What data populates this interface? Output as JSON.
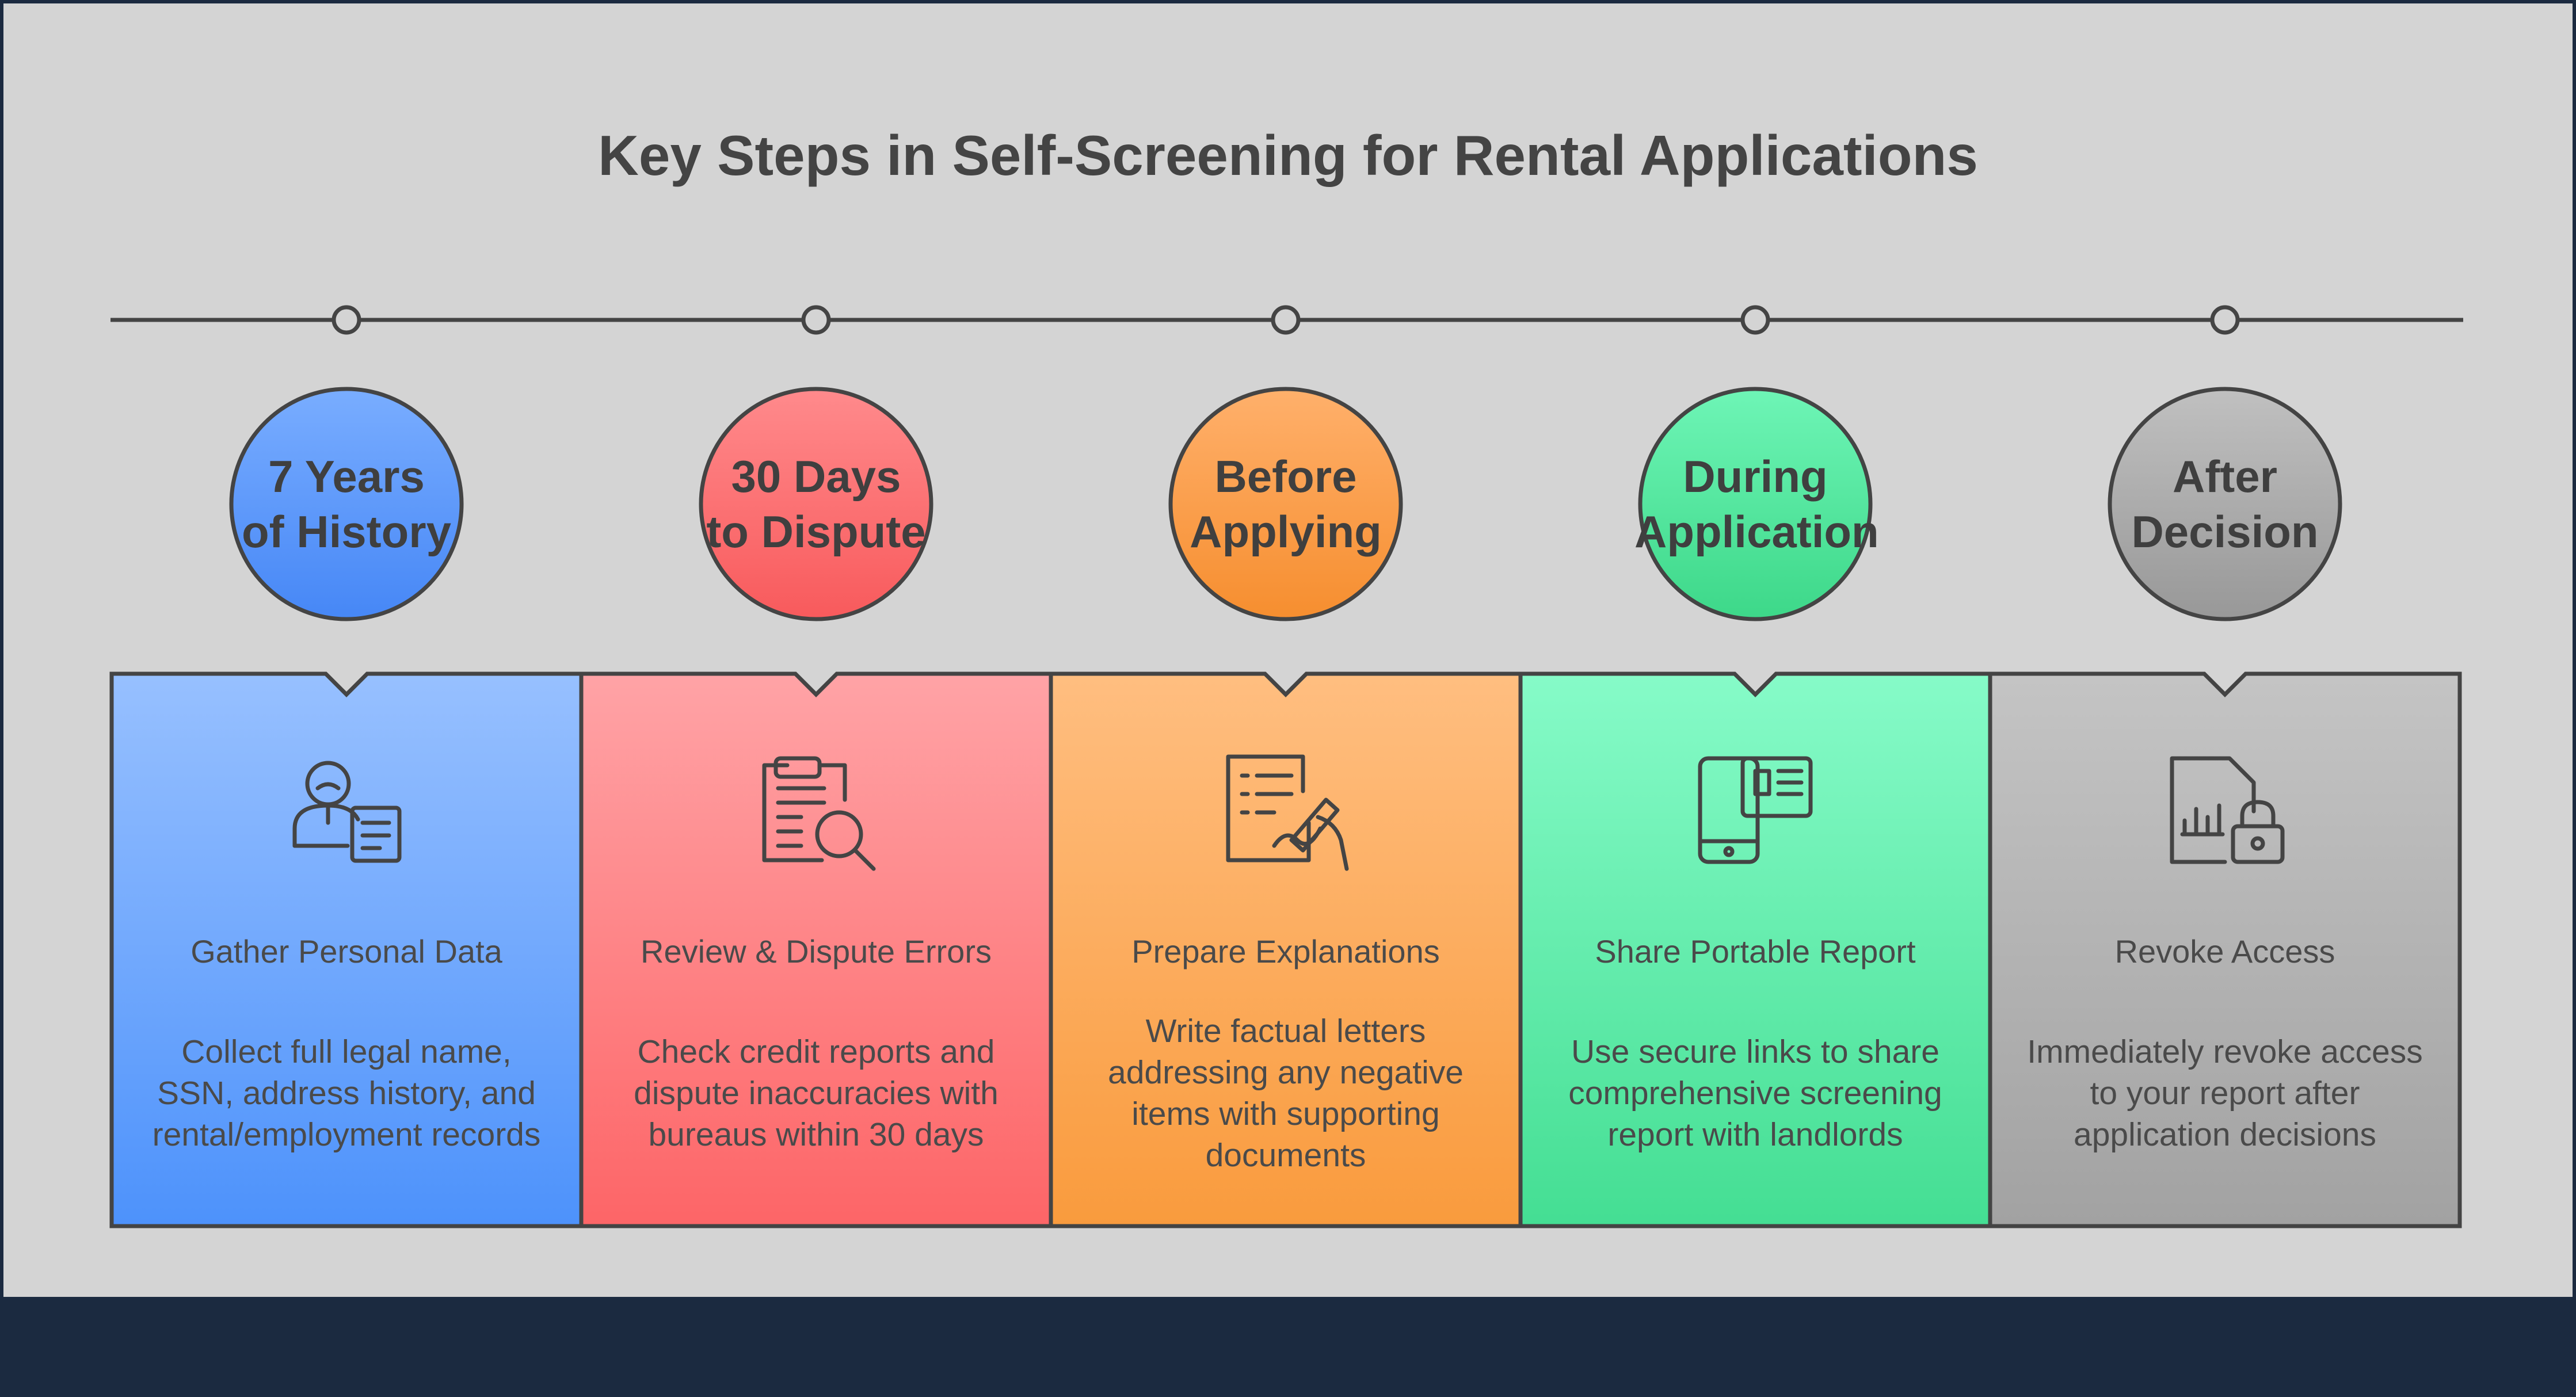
{
  "title": "Key Steps in Self-Screening for Rental Applications",
  "steps": [
    {
      "badge_line1": "7 Years",
      "badge_line2": "of History",
      "heading": "Gather Personal Data",
      "description": "Collect full legal name, SSN, address history, and rental/employment records",
      "icon": "person-document-icon",
      "colors": {
        "top": "#97c0ff",
        "bottom": "#4d92fb",
        "badge_top": "#79adff",
        "badge_bottom": "#4687f6"
      }
    },
    {
      "badge_line1": "30 Days",
      "badge_line2": "to Dispute",
      "heading": "Review & Dispute Errors",
      "description": "Check credit reports and dispute inaccuracies with bureaus within 30 days",
      "icon": "clipboard-search-icon",
      "colors": {
        "top": "#ffa3a6",
        "bottom": "#fd6567",
        "badge_top": "#ff8a8c",
        "badge_bottom": "#f85a5c"
      }
    },
    {
      "badge_line1": "Before",
      "badge_line2": "Applying",
      "heading": "Prepare Explanations",
      "description": "Write factual letters addressing any negative items with supporting documents",
      "icon": "document-writing-icon",
      "colors": {
        "top": "#ffbe80",
        "bottom": "#f99b3d",
        "badge_top": "#ffb06b",
        "badge_bottom": "#f68e2f"
      }
    },
    {
      "badge_line1": "During",
      "badge_line2": "Application",
      "heading": "Share Portable Report",
      "description": "Use secure links to share comprehensive screening report with landlords",
      "icon": "mobile-report-icon",
      "colors": {
        "top": "#86fbc8",
        "bottom": "#44de93",
        "badge_top": "#6ef5b6",
        "badge_bottom": "#3dd889"
      }
    },
    {
      "badge_line1": "After",
      "badge_line2": "Decision",
      "heading": "Revoke Access",
      "description": "Immediately revoke access to your report after application decisions",
      "icon": "locked-report-icon",
      "colors": {
        "top": "#c4c4c4",
        "bottom": "#a2a2a2",
        "badge_top": "#c0c0c0",
        "badge_bottom": "#989898"
      }
    }
  ]
}
